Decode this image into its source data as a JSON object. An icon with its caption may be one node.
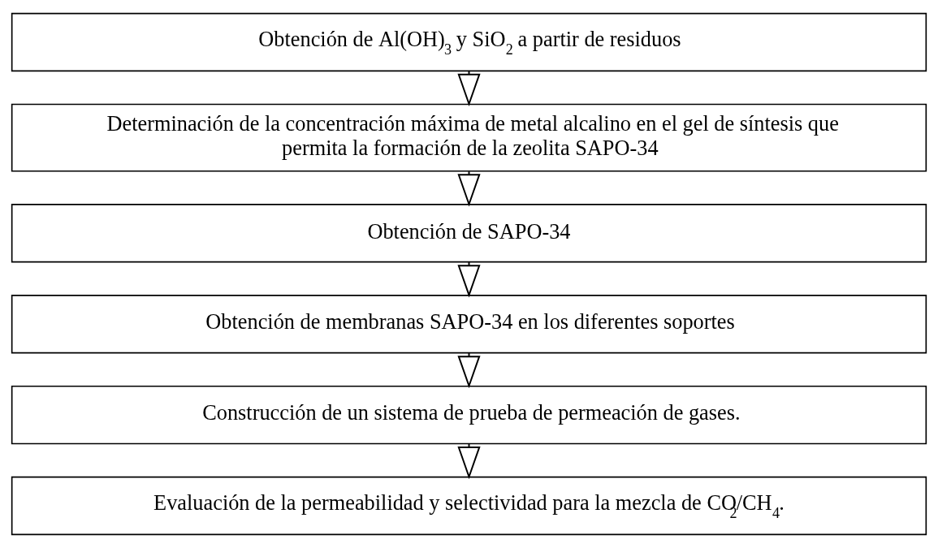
{
  "diagram": {
    "nodes": [
      {
        "text": [
          "Obtención de Al(OH)$_{3}$ y SiO$_{2}$ a partir de residuos"
        ]
      },
      {
        "text": [
          "Determinación de la concentración máxima de metal alcalino en el gel de síntesis que permita la formación de la zeolita SAPO-34"
        ]
      },
      {
        "text": [
          "Obtención de SAPO-34"
        ]
      },
      {
        "text": [
          "Obtención de membranas SAPO-34 en los diferentes soportes"
        ]
      },
      {
        "text": [
          "Construcción de un sistema de prueba de permeación de gases."
        ]
      },
      {
        "text": [
          "Evaluación de la permeabilidad y selectividad para la mezcla de CO$_{2}$/CH$_{4}$."
        ]
      }
    ],
    "edges": [
      {
        "from": 0,
        "to": 1,
        "arrow": "to"
      },
      {
        "from": 1,
        "to": 2,
        "arrow": "to"
      },
      {
        "from": 2,
        "to": 3,
        "arrow": "to"
      },
      {
        "from": 3,
        "to": 4,
        "arrow": "to"
      },
      {
        "from": 4,
        "to": 5,
        "arrow": "to"
      }
    ]
  }
}
